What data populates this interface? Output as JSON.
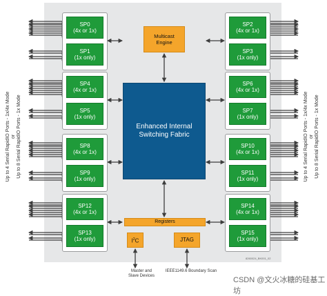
{
  "ports_left": [
    {
      "top": {
        "name": "SP0",
        "mode": "(4x or 1x)"
      },
      "bottom": {
        "name": "SP1",
        "mode": "(1x only)"
      }
    },
    {
      "top": {
        "name": "SP4",
        "mode": "(4x or 1x)"
      },
      "bottom": {
        "name": "SP5",
        "mode": "(1x only)"
      }
    },
    {
      "top": {
        "name": "SP8",
        "mode": "(4x or 1x)"
      },
      "bottom": {
        "name": "SP9",
        "mode": "(1x only)"
      }
    },
    {
      "top": {
        "name": "SP12",
        "mode": "(4x or 1x)"
      },
      "bottom": {
        "name": "SP13",
        "mode": "(1x only)"
      }
    }
  ],
  "ports_right": [
    {
      "top": {
        "name": "SP2",
        "mode": "(4x or 1x)"
      },
      "bottom": {
        "name": "SP3",
        "mode": "(1x only)"
      }
    },
    {
      "top": {
        "name": "SP6",
        "mode": "(4x or 1x)"
      },
      "bottom": {
        "name": "SP7",
        "mode": "(1x only)"
      }
    },
    {
      "top": {
        "name": "SP10",
        "mode": "(4x or 1x)"
      },
      "bottom": {
        "name": "SP11",
        "mode": "(1x only)"
      }
    },
    {
      "top": {
        "name": "SP14",
        "mode": "(4x or 1x)"
      },
      "bottom": {
        "name": "SP15",
        "mode": "(1x only)"
      }
    }
  ],
  "multicast": {
    "line1": "Multicast",
    "line2": "Engine"
  },
  "fabric": {
    "line1": "Enhanced Internal",
    "line2": "Switching Fabric"
  },
  "registers": "Registers",
  "i2c": {
    "base": "I",
    "sup": "2",
    "rest": "C"
  },
  "jtag": "JTAG",
  "side_label": {
    "line1": "Up to 4 Serial RapidIO Ports - 1x/4x Mode",
    "line2": "or",
    "line3": "Up to 8 Serial RapidIO Ports - 1x Mode"
  },
  "bottom_left": {
    "line1": "Master and",
    "line2": "Slave Devices"
  },
  "bottom_right": "IEEE1149.6 Boundary Scan",
  "part_number": "8260024_BK001_02",
  "watermark": "CSDN @文火冰糖的硅基工坊",
  "colors": {
    "port": "#1f9b3a",
    "fabric": "#0e5a8f",
    "control": "#f4a52b",
    "chip": "#e6e7e8"
  }
}
